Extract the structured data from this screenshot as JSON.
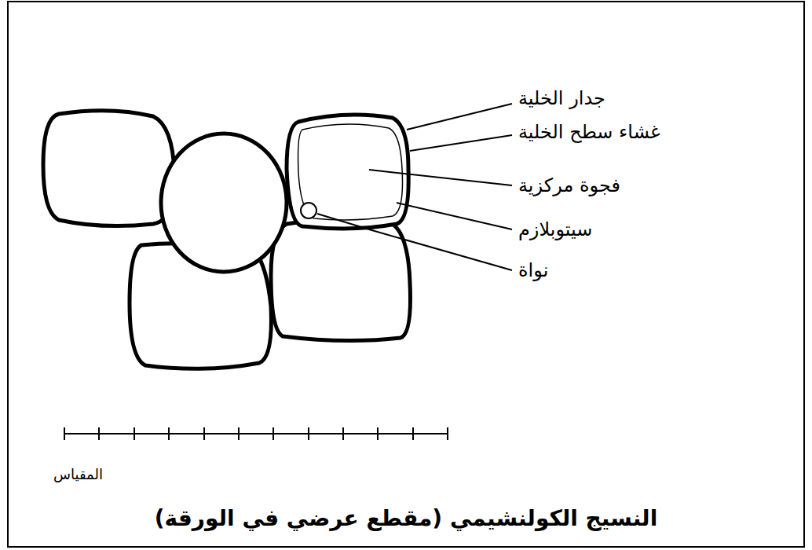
{
  "diagram": {
    "caption": "النسيج الكولنشيمي (مقطع عرضي في الورقة)",
    "labels": [
      "جدار الخلية",
      "غشاء سطح الخلية",
      "فجوة مركزية",
      "سيتوبلازم",
      "نواة",
      "المقياس"
    ]
  }
}
